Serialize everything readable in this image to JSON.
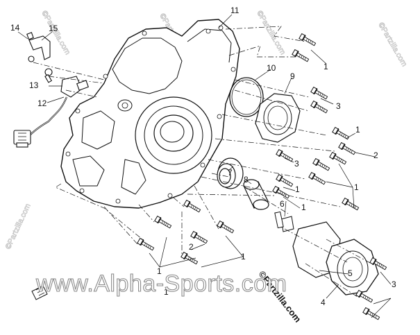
{
  "callouts": {
    "c1a": "1",
    "c1b": "1",
    "c1c": "1",
    "c1d": "1",
    "c1e": "1",
    "c1f": "1",
    "c1g": "1",
    "c1h": "1",
    "c2a": "2",
    "c2b": "2",
    "c3a": "3",
    "c3b": "3",
    "c3c": "3",
    "c4": "4",
    "c5": "5",
    "c6": "6",
    "c7": "7",
    "c8": "8",
    "c9": "9",
    "c10": "10",
    "c11": "11",
    "c12": "12",
    "c13": "13",
    "c14": "14",
    "c15": "15"
  },
  "watermarks": {
    "main": "www.Alpha-Sports.com",
    "copyright": "©Partzilla.com",
    "side_left": "©Partzilla.com",
    "side_top_a": "©Partzilla.com",
    "side_top_b": "©Partzilla.com",
    "side_top_c": "©Partzilla.com",
    "side_right": "©Partzilla.com"
  }
}
